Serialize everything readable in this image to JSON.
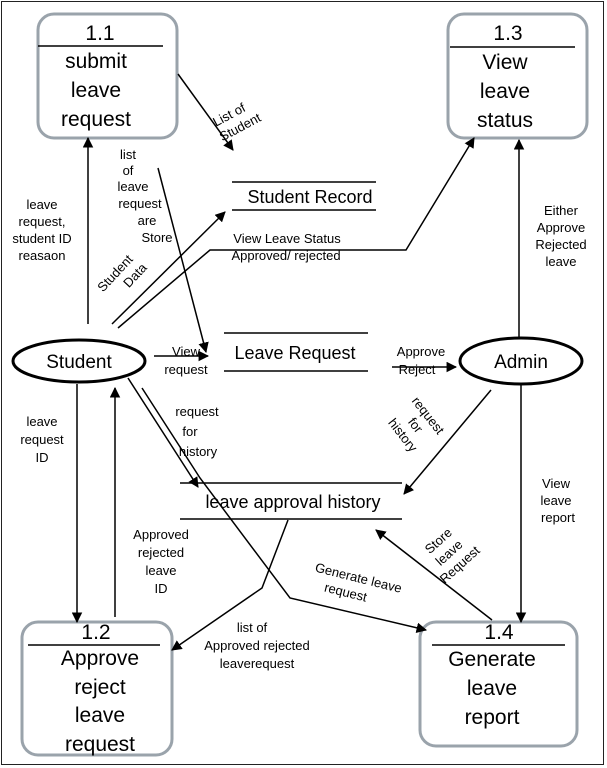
{
  "processes": {
    "p11": {
      "number": "1.1",
      "lines": [
        "submit",
        "leave",
        "request"
      ]
    },
    "p12": {
      "number": "1.2",
      "lines": [
        "Approve",
        "reject",
        "leave",
        "request"
      ]
    },
    "p13": {
      "number": "1.3",
      "lines": [
        "View",
        "leave",
        "status"
      ]
    },
    "p14": {
      "number": "1.4",
      "lines": [
        "Generate",
        "leave",
        "report"
      ]
    }
  },
  "entities": {
    "student": "Student",
    "admin": "Admin"
  },
  "stores": {
    "student_record": "Student Record",
    "leave_request": "Leave Request",
    "leave_approval_history": "leave approval history"
  },
  "labels": {
    "list_of_student": [
      "List of",
      "Student"
    ],
    "list_of_leave_request_stored": [
      "list",
      "of",
      "leave",
      "request",
      "are",
      "Store"
    ],
    "student_data": [
      "Student",
      "Data"
    ],
    "leave_request_student_id": [
      "leave",
      "request,",
      "student ID",
      "reasaon"
    ],
    "view_leave_status": [
      "View Leave Status",
      "Approved/ rejected"
    ],
    "either_approve_rejected": [
      "Either",
      "Approve",
      "Rejected",
      "leave"
    ],
    "view_request": [
      "View",
      "request"
    ],
    "approve_reject": [
      "Approve",
      "Reject"
    ],
    "leave_request_id": [
      "leave",
      "request",
      "ID"
    ],
    "request_for_history_left": [
      "request",
      "for",
      "history"
    ],
    "request_for_history_right": [
      "request",
      "for",
      "history"
    ],
    "view_leave_report": [
      "View",
      "leave",
      "report"
    ],
    "approved_rejected_leave_id": [
      "Approved",
      "rejected",
      "leave",
      "ID"
    ],
    "store_leave_request": [
      "Store",
      "leave",
      "Request"
    ],
    "generate_leave_request": [
      "Generate leave",
      "request"
    ],
    "list_of_approved_rejected": [
      "list of",
      "Approved rejected",
      "leaverequest"
    ]
  }
}
